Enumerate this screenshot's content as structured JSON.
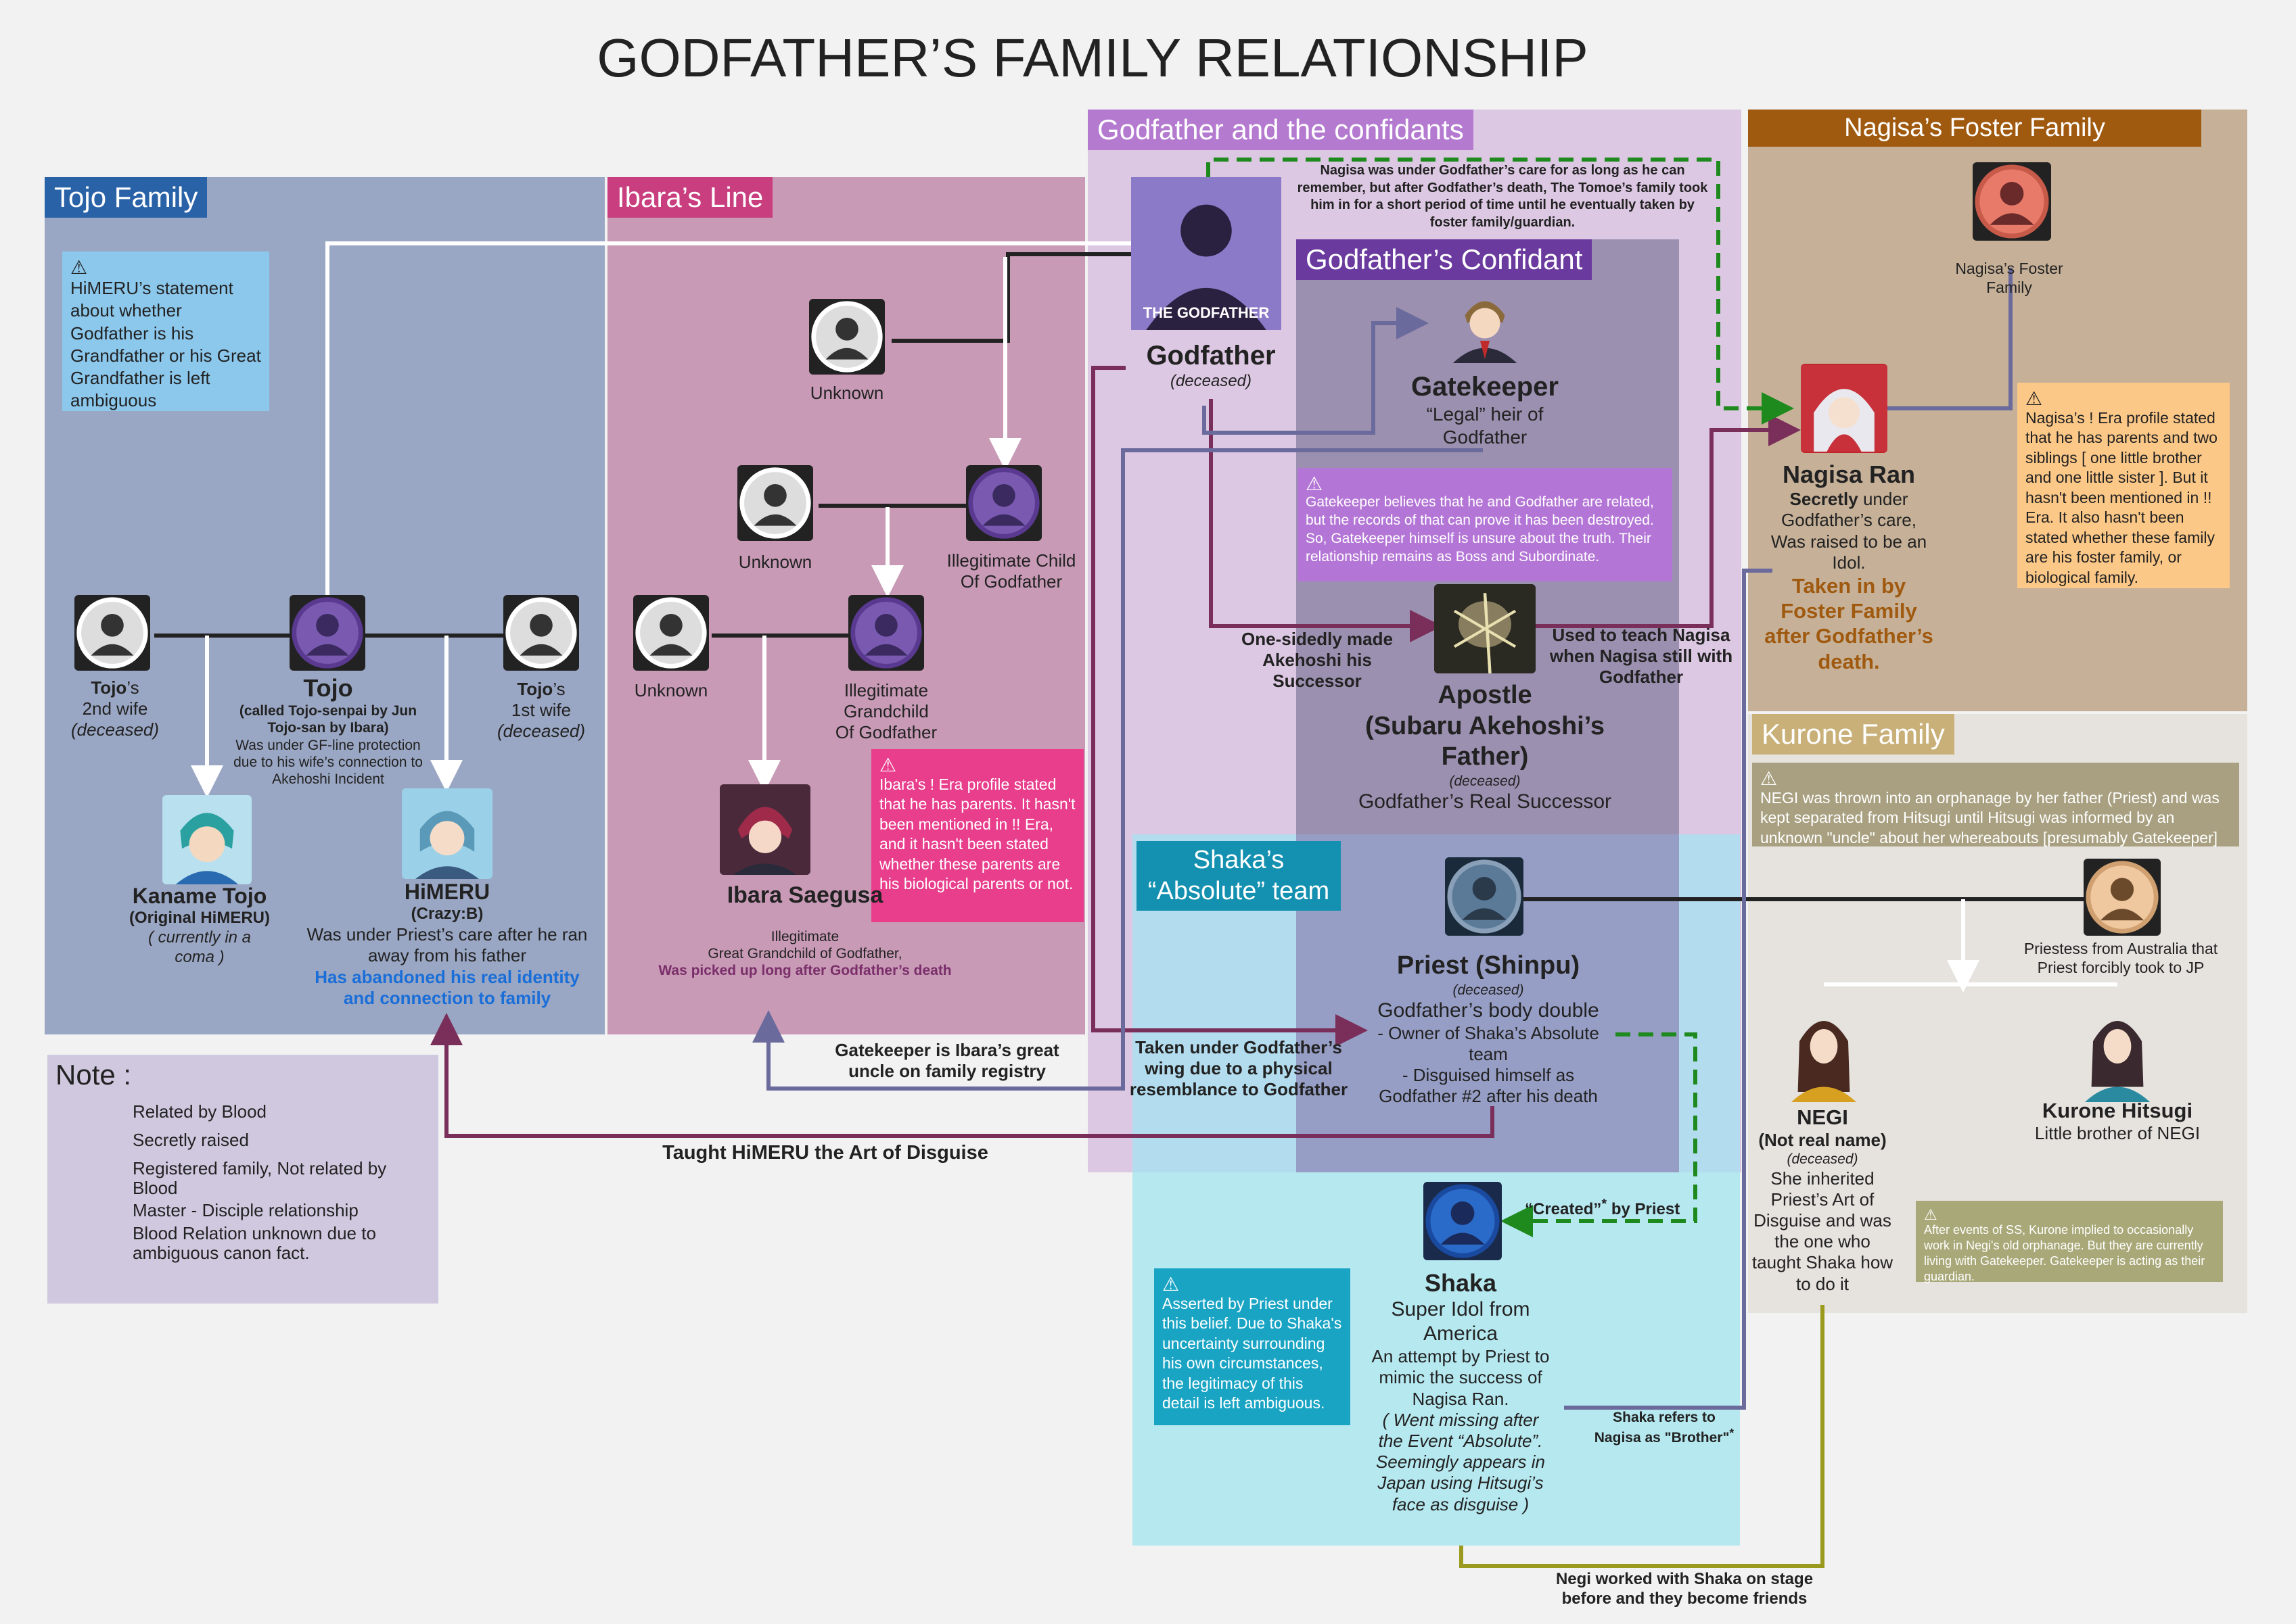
{
  "title": "GODFATHER’S FAMILY RELATIONSHIP",
  "regions": {
    "tojo": "Tojo Family",
    "ibara": "Ibara’s Line",
    "godfather": "Godfather and the confidants",
    "confidant": "Godfather’s Confidant",
    "shaka": "Shaka’s “Absolute” team",
    "nagisa": "Nagisa’s  Foster Family",
    "kurone": "Kurone Family"
  },
  "nodes": {
    "tojo_2nd": {
      "name": "Tojo",
      "suffix": "’s",
      "line2": "2nd wife",
      "note": "(deceased)"
    },
    "tojo": {
      "name": "Tojo",
      "desc1": "(called Tojo-senpai by Jun",
      "desc2": "Tojo-san by Ibara)",
      "desc3": "Was under GF-line protection",
      "desc4": "due to his wife’s connection to",
      "desc5": "Akehoshi Incident"
    },
    "tojo_1st": {
      "name": "Tojo",
      "suffix": "’s",
      "line2": "1st wife",
      "note": "(deceased)"
    },
    "kaname": {
      "name": "Kaname Tojo",
      "sub": "(Original HiMERU)",
      "note1": "( currently in a",
      "note2": "coma )"
    },
    "himeru": {
      "name": "HiMERU",
      "sub": "(Crazy:B)",
      "desc1": "Was under Priest’s care after he ran",
      "desc2": "away from his father",
      "hl1": "Has abandoned his real identity",
      "hl2": "and connection to family"
    },
    "ibara_unknown1": {
      "label": "Unknown"
    },
    "ibara_unknown2": {
      "label": "Unknown"
    },
    "ibara_unknown3": {
      "label": "Unknown"
    },
    "illeg_child": {
      "line1": "Illegitimate Child",
      "line2": "Of Godfather"
    },
    "illeg_grand": {
      "line1": "Illegitimate",
      "line2": "Grandchild",
      "line3": "Of Godfather"
    },
    "ibara": {
      "name": "Ibara Saegusa",
      "desc1": "Illegitimate",
      "desc2": "Great Grandchild of Godfather,",
      "hl": "Was picked up long after Godfather’s death"
    },
    "godfather": {
      "name": "Godfather",
      "note": "(deceased)",
      "badge": "THE GODFATHER"
    },
    "gatekeeper": {
      "name": "Gatekeeper",
      "desc1": "“Legal” heir of",
      "desc2": "Godfather"
    },
    "apostle": {
      "name1": "Apostle",
      "name2": "(Subaru Akehoshi’s",
      "name3": "Father)",
      "note": "(deceased)",
      "desc": "Godfather’s Real Successor"
    },
    "priest": {
      "name": "Priest (Shinpu)",
      "note": "(deceased)",
      "desc": "Godfather’s body double",
      "d1": "- Owner of Shaka’s Absolute",
      "d2": "team",
      "d3": "- Disguised himself as",
      "d4": "Godfather #2 after his death"
    },
    "shaka": {
      "name": "Shaka",
      "d1": "Super Idol from",
      "d2": "America",
      "d3": "An attempt by Priest to",
      "d4": "mimic the success of",
      "d5": "Nagisa Ran.",
      "i1": "( Went missing after",
      "i2": "the Event “Absolute”.",
      "i3": "Seemingly appears in",
      "i4": "Japan using Hitsugi’s",
      "i5": "face as disguise )"
    },
    "nagisa_foster": {
      "line1": "Nagisa’s Foster",
      "line2": "Family"
    },
    "nagisa": {
      "name": "Nagisa Ran",
      "d1b": "Secretly",
      "d1": " under",
      "d2": "Godfather’s care,",
      "d3": "Was raised to be an",
      "d4": "Idol.",
      "hl1": "Taken in by",
      "hl2": "Foster Family",
      "hl3": "after Godfather’s",
      "hl4": "death."
    },
    "priestess": {
      "line1": "Priestess from Australia that",
      "line2": "Priest forcibly took to JP"
    },
    "negi": {
      "name": "NEGI",
      "sub": "(Not real name)",
      "note": "(deceased)",
      "d1": "She inherited",
      "d2": "Priest’s Art of",
      "d3": "Disguise and was",
      "d4": "the one who",
      "d5": "taught Shaka how",
      "d6": "to do it"
    },
    "hitsugi": {
      "name": "Kurone Hitsugi",
      "desc": "Little brother of NEGI"
    }
  },
  "warnings": {
    "himeru": "HiMERU’s statement about whether Godfather is his Grandfather or his Great Grandfather is left ambiguous",
    "nagisa_care": "Nagisa was under Godfather’s care for as long as he can remember, but after Godfather’s death, The Tomoe’s family took him in for a short period of time until he eventually taken by foster family/guardian.",
    "gatekeeper": "Gatekeeper believes that he and Godfather are related, but the records of that can prove it has been destroyed. So, Gatekeeper himself is unsure about the truth. Their relationship remains as Boss and Subordinate.",
    "ibara": "Ibara's ! Era profile stated that he has parents. It hasn't been mentioned in !! Era, and it hasn't been stated whether these parents are his biological parents or not.",
    "nagisa": "Nagisa’s ! Era profile stated that he has parents and two siblings [ one little brother and one little sister ]. But it hasn't been mentioned in !! Era. It also hasn't been stated whether these family are his foster family, or biological family.",
    "negi": "NEGI was thrown into an orphanage by her father (Priest) and was kept separated from Hitsugi until Hitsugi was informed by an unknown \"uncle\" about her whereabouts [presumably Gatekeeper]",
    "shaka": "Asserted by Priest under this belief. Due to Shaka's uncertainty surrounding his own circumstances, the legitimacy of this detail is left ambiguous.",
    "kurone": "After events of SS, Kurone implied to occasionally work in Negi's old orphanage. But they are currently living with Gatekeeper. Gatekeeper is acting as their guardian."
  },
  "edge_labels": {
    "one_sided1": "One-sidedly made",
    "one_sided2": "Akehoshi his",
    "one_sided3": "Successor",
    "taught_nagisa1": "Used to teach Nagisa",
    "taught_nagisa2": "when Nagisa still with",
    "taught_nagisa3": "Godfather",
    "gk_uncle1": "Gatekeeper is Ibara’s great",
    "gk_uncle2": "uncle on family registry",
    "taken_wing1": "Taken under Godfather’s",
    "taken_wing2": "wing due to a physical",
    "taken_wing3": "resemblance to Godfather",
    "taught_himeru": "Taught HiMERU the Art of Disguise",
    "created": "“Created”",
    "created_star": "*",
    "created_by": " by Priest",
    "brother1": "Shaka refers to",
    "brother2": "Nagisa as \"Brother\"",
    "brother_star": "*",
    "negi_shaka1": "Negi worked with Shaka on stage",
    "negi_shaka2": "before and they become friends"
  },
  "legend": {
    "title": "Note :",
    "items": [
      {
        "label": "Related by Blood",
        "color": "#ffffff"
      },
      {
        "label": "Secretly raised",
        "color": "#1e8a1e"
      },
      {
        "label": "Registered family, Not related by Blood",
        "color": "#6a6a9c"
      },
      {
        "label": "Master - Disciple relationship",
        "color": "#7a2e5a"
      },
      {
        "label": "Blood Relation unknown due to ambiguous canon fact.",
        "color": "#1e6ee0"
      }
    ]
  },
  "colors": {
    "tojo_bg": "#9aa7c4",
    "ibara_bg": "#c89ab6",
    "godfather_bg": "#ddc8e3",
    "confidant_bg": "#9c90b0",
    "shaka_bg": "#b6e8f0",
    "nagisa_bg": "#c6b198",
    "kurone_bg": "#e6e3df"
  }
}
